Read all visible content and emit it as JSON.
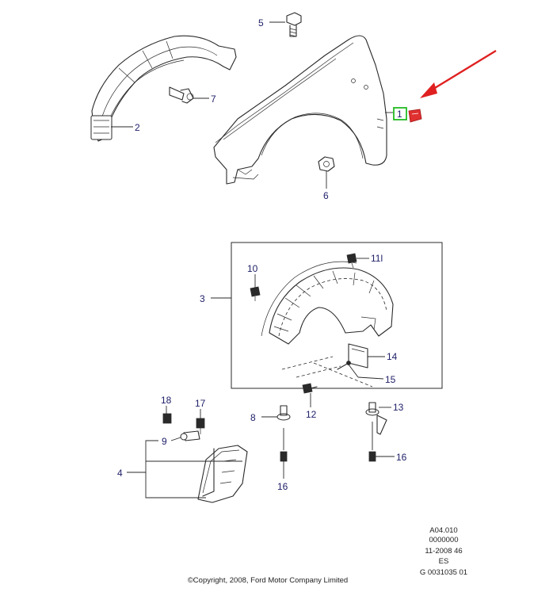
{
  "callouts": {
    "c1": "1",
    "c2": "2",
    "c3": "3",
    "c4": "4",
    "c5": "5",
    "c6": "6",
    "c7": "7",
    "c8": "8",
    "c9": "9",
    "c10": "10",
    "c11": "11l",
    "c12": "12",
    "c13": "13",
    "c14": "14",
    "c15": "15",
    "c16a": "16",
    "c16b": "16",
    "c17": "17",
    "c18": "18"
  },
  "reference": {
    "line1": "A04.010",
    "line2": "0000000",
    "line3": "11-2008 46",
    "line4": "ES",
    "line5": "G 0031035 01"
  },
  "copyright": "©Copyright, 2008, Ford Motor Company Limited",
  "colors": {
    "highlight_box": "#22bb22",
    "arrow": "#e02020",
    "part_highlight": "#e03030",
    "callout_text": "#20206a"
  }
}
